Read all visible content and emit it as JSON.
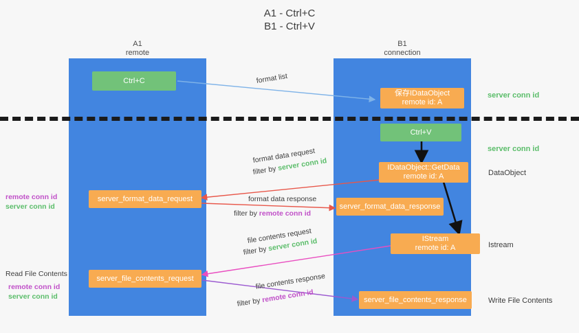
{
  "title": {
    "line1": "A1 - Ctrl+C",
    "line2": "B1 - Ctrl+V"
  },
  "lanes": [
    {
      "id": "A1",
      "name": "A1",
      "sub": "remote",
      "color": "#4285e0"
    },
    {
      "id": "B1",
      "name": "B1",
      "sub": "connection",
      "color": "#4285e0"
    }
  ],
  "colors": {
    "lane": "#4285e0",
    "green_node": "#72c279",
    "orange_node": "#f8ab51",
    "server_conn_id": "#5bbd6a",
    "remote_conn_id": "#c050c8",
    "arrow_blue": "#7fb3e8",
    "arrow_red": "#e8574a",
    "arrow_pink": "#e94ec0",
    "arrow_purple": "#9b59d0",
    "arrow_black": "#111111",
    "background": "#f7f7f7"
  },
  "nodes": {
    "ctrl_c": {
      "label": "Ctrl+C",
      "style": "green"
    },
    "ctrl_v": {
      "label": "Ctrl+V",
      "style": "green"
    },
    "save_idataobject": {
      "line1": "保存IDataObject",
      "line2": "remote id: A",
      "style": "orange"
    },
    "getdata": {
      "line1": "IDataObject::GetData",
      "line2": "remote id: A",
      "style": "orange"
    },
    "istream": {
      "line1": "IStream",
      "line2": "remote id: A",
      "style": "orange"
    },
    "format_data_request": {
      "label": "server_format_data_request",
      "style": "orange"
    },
    "format_data_response": {
      "label": "server_format_data_response",
      "style": "orange"
    },
    "file_contents_request": {
      "label": "server_file_contents_request",
      "style": "orange"
    },
    "file_contents_response": {
      "label": "server_file_contents_response",
      "style": "orange"
    }
  },
  "edge_labels": {
    "format_list": "format list",
    "format_data_request": "format data request",
    "format_data_request_filter_prefix": "filter by ",
    "format_data_request_filter_key": "server conn id",
    "format_data_response": "format data response",
    "format_data_response_filter_prefix": "filter by ",
    "format_data_response_filter_key": "remote conn id",
    "file_contents_request": "file contents request",
    "file_contents_request_filter_prefix": "filter by ",
    "file_contents_request_filter_key": "server conn id",
    "file_contents_response": "file contents response",
    "file_contents_response_filter_prefix": "filter by ",
    "file_contents_response_filter_key": "remote conn id"
  },
  "left_notes": {
    "format_remote": "remote conn id",
    "format_server": "server conn id",
    "read_file_contents": "Read File Contents",
    "file_remote": "remote conn id",
    "file_server": "server conn id"
  },
  "right_notes": {
    "server_conn_id_top": "server conn id",
    "server_conn_id_mid": "server conn id",
    "dataobject": "DataObject",
    "istream": "Istream",
    "write_file_contents": "Write File Contents"
  }
}
